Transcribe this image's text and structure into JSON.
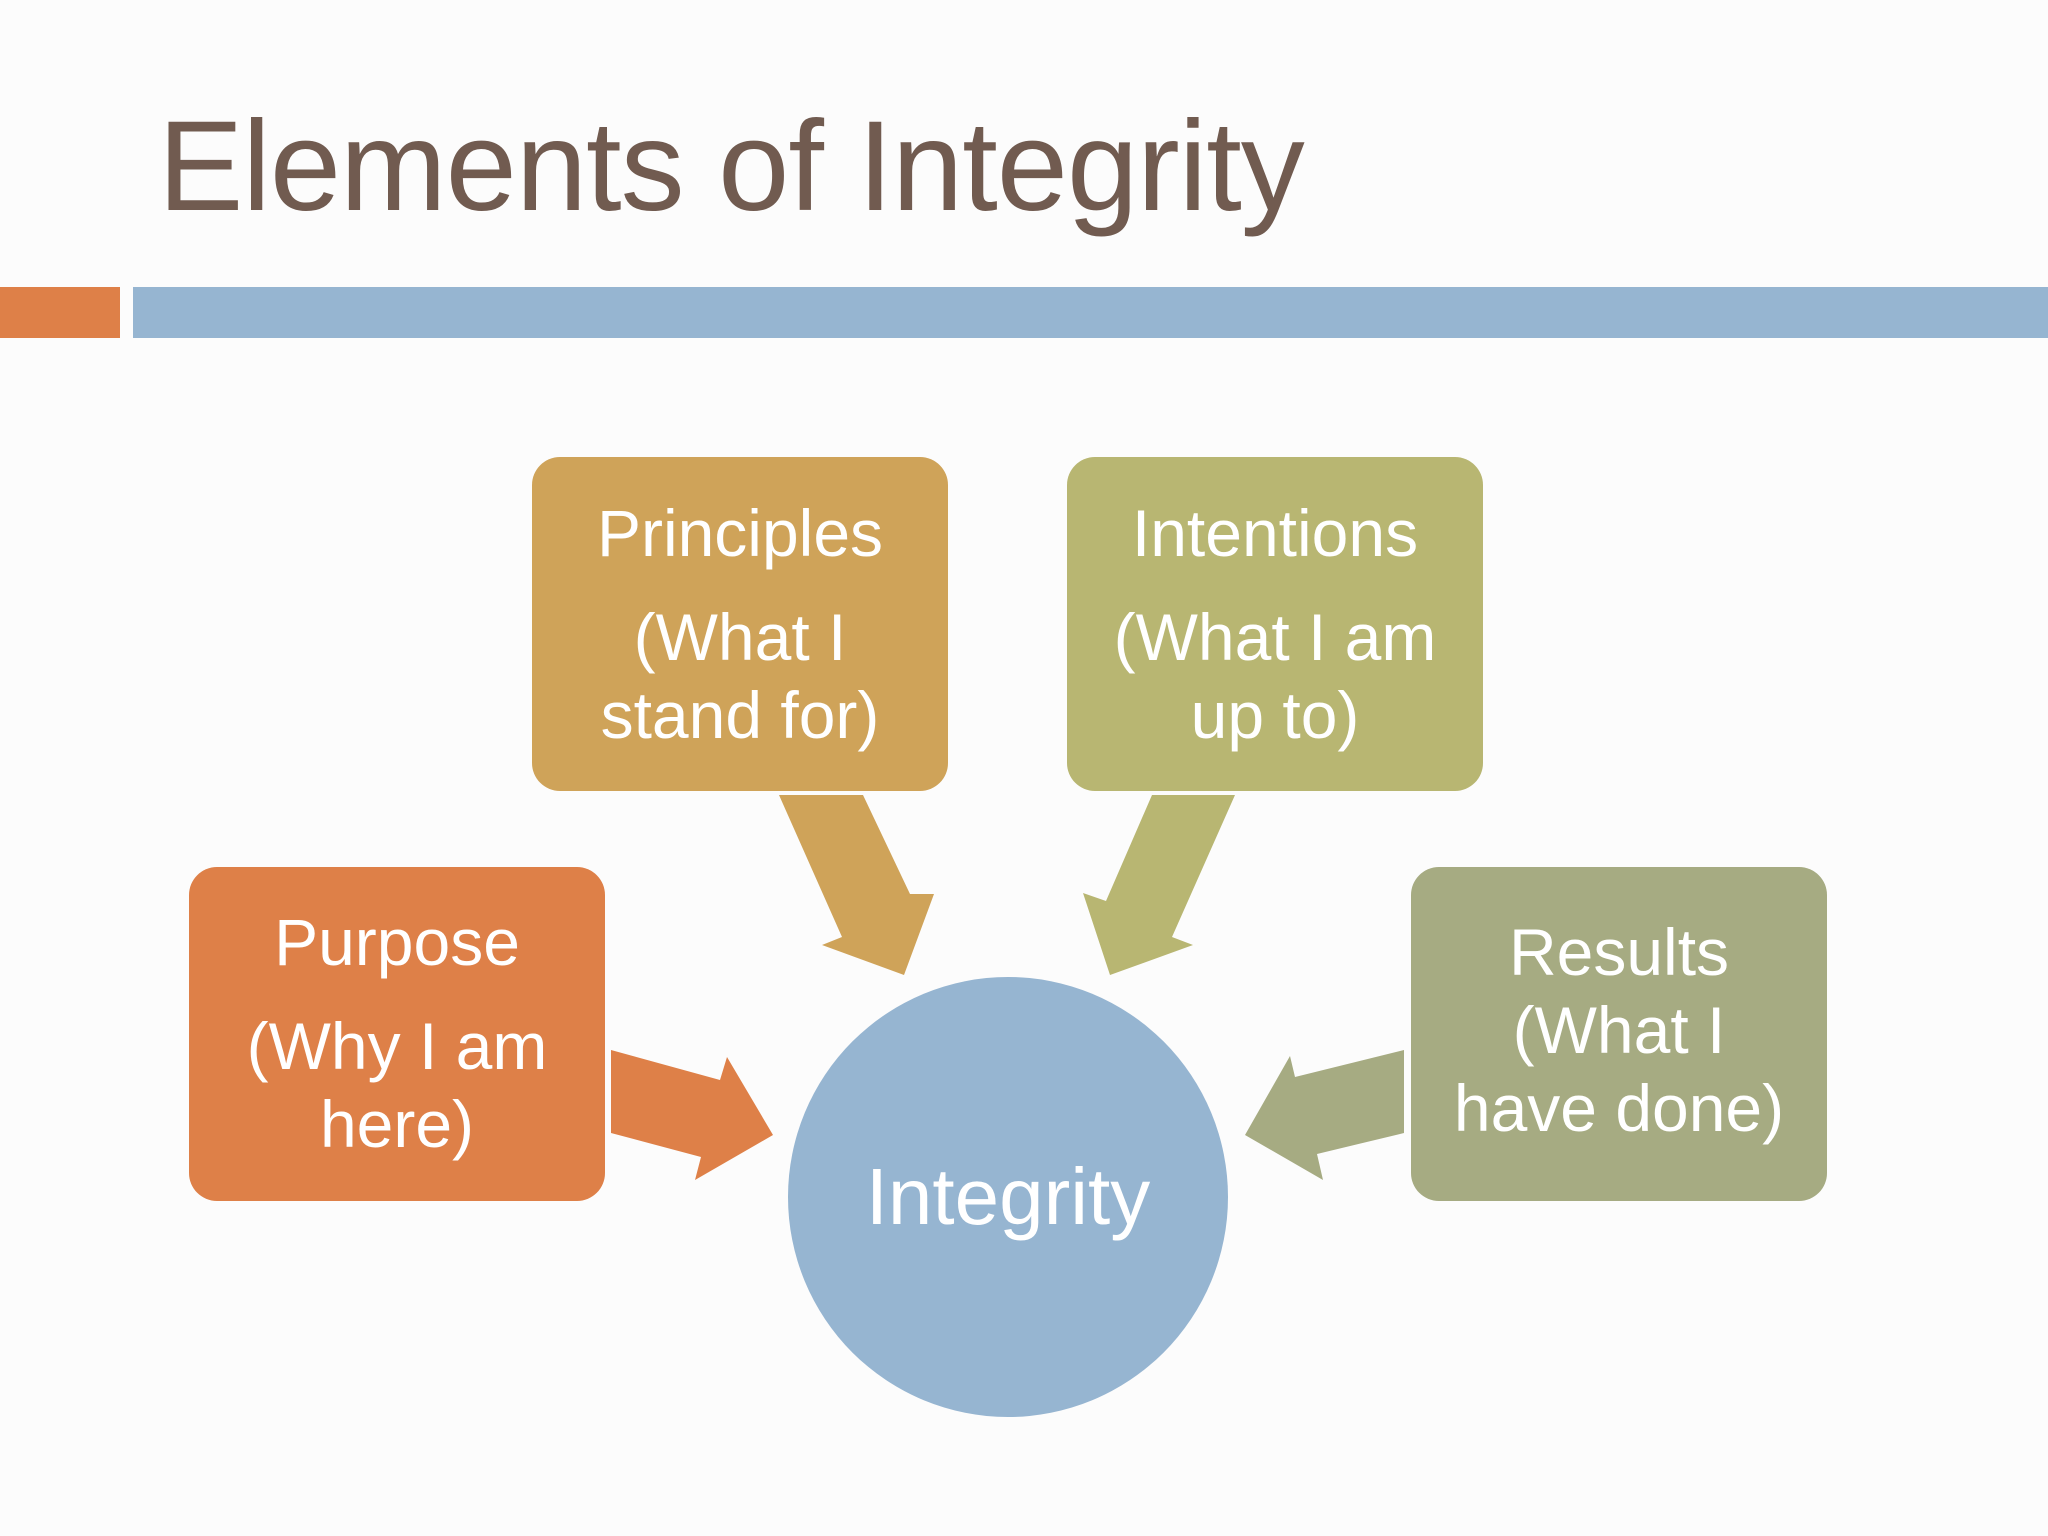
{
  "title": "Elements of Integrity",
  "colors": {
    "title": "#715b50",
    "accent_orange": "#de8048",
    "accent_blue": "#96b5d1",
    "purpose": "#de8048",
    "principles": "#cfa359",
    "intentions": "#b8b672",
    "results": "#a6ab82",
    "integrity": "#96b5d1"
  },
  "center": {
    "label": "Integrity"
  },
  "nodes": {
    "purpose": {
      "label": "Purpose",
      "sub": "(Why I am\nhere)"
    },
    "principles": {
      "label": "Principles",
      "sub": "(What I\nstand for)"
    },
    "intentions": {
      "label": "Intentions",
      "sub": "(What I am\nup to)"
    },
    "results": {
      "label": "Results",
      "sub": "(What I\nhave done)"
    }
  },
  "edges": [
    {
      "from": "purpose",
      "to": "integrity",
      "shape": "block-arrow"
    },
    {
      "from": "principles",
      "to": "integrity",
      "shape": "block-arrow"
    },
    {
      "from": "intentions",
      "to": "integrity",
      "shape": "block-arrow"
    },
    {
      "from": "results",
      "to": "integrity",
      "shape": "block-arrow"
    }
  ]
}
